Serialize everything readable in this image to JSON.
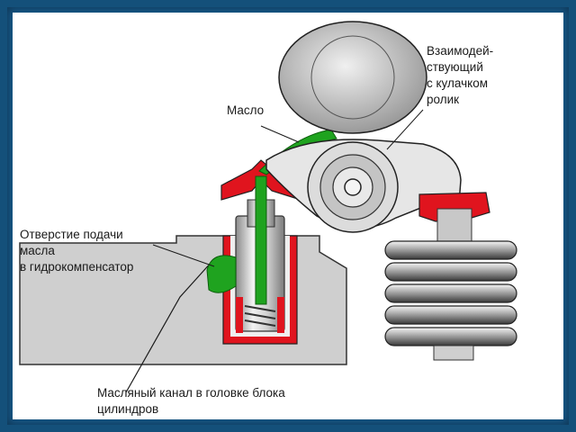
{
  "diagram": {
    "labels": {
      "oil": "Масло",
      "roller_line1": "Взаимодей-",
      "roller_line2": "ствующий",
      "roller_line3": "с кулачком",
      "roller_line4": "ролик",
      "feed_line1": "Отверстие подачи",
      "feed_line2": "масла",
      "feed_line3": "в гидрокомпенсатор",
      "channel_line1": "Масляный канал в головке блока",
      "channel_line2": "цилиндров"
    },
    "colors": {
      "frame": "#17598a",
      "oil": "#1fa31f",
      "seal": "#e0141e",
      "head": "#cfcfcf",
      "metal": "#bdbdbd"
    }
  }
}
